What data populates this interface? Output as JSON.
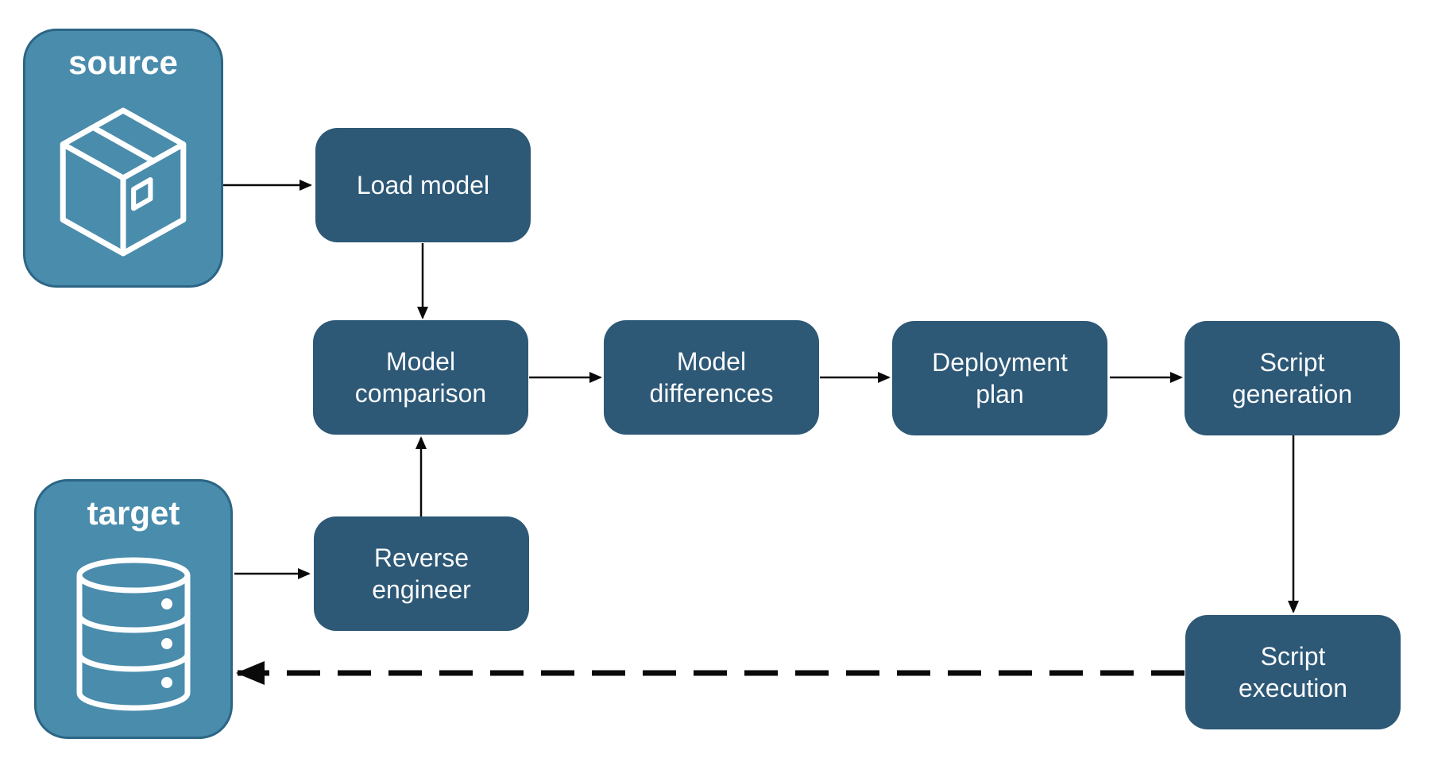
{
  "diagram": {
    "background": "#FFFFFF",
    "colors": {
      "process_box_fill": "#2D5876",
      "endpoint_box_fill": "#4A8CAC",
      "endpoint_box_border": "#2C6585",
      "box_text": "#FFFFFF",
      "arrow": "#000000"
    },
    "nodes": {
      "source": {
        "label": "source",
        "icon": "package-icon"
      },
      "target": {
        "label": "target",
        "icon": "database-icon"
      },
      "load_model": {
        "label": "Load model"
      },
      "model_comparison": {
        "label": "Model comparison"
      },
      "model_differences": {
        "label": "Model differences"
      },
      "deployment_plan": {
        "label": "Deployment plan"
      },
      "script_generation": {
        "label": "Script generation"
      },
      "reverse_engineer": {
        "label": "Reverse engineer"
      },
      "script_execution": {
        "label": "Script execution"
      }
    },
    "edges": [
      {
        "from": "source",
        "to": "load_model",
        "style": "solid"
      },
      {
        "from": "load_model",
        "to": "model_comparison",
        "style": "solid"
      },
      {
        "from": "model_comparison",
        "to": "model_differences",
        "style": "solid"
      },
      {
        "from": "model_differences",
        "to": "deployment_plan",
        "style": "solid"
      },
      {
        "from": "deployment_plan",
        "to": "script_generation",
        "style": "solid"
      },
      {
        "from": "script_generation",
        "to": "script_execution",
        "style": "solid"
      },
      {
        "from": "target",
        "to": "reverse_engineer",
        "style": "solid"
      },
      {
        "from": "reverse_engineer",
        "to": "model_comparison",
        "style": "solid"
      },
      {
        "from": "script_execution",
        "to": "target",
        "style": "dashed"
      }
    ]
  }
}
